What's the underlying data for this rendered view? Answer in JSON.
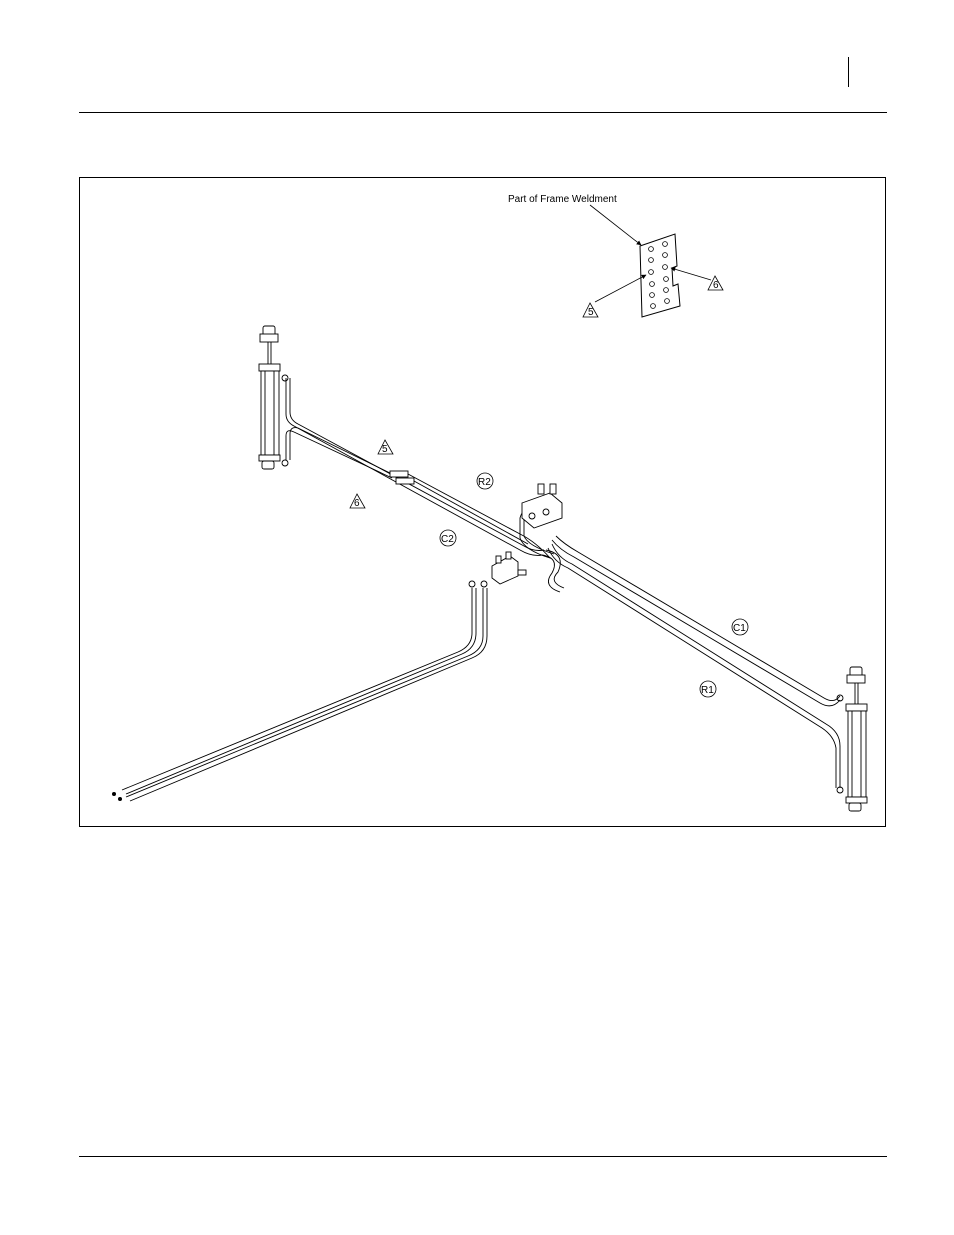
{
  "figure": {
    "frame_label": "Part of Frame Weldment",
    "callouts": {
      "plate_5": "5",
      "plate_6": "6",
      "hose_5": "5",
      "hose_6": "6",
      "c1": "C1",
      "c2": "C2",
      "r1": "R1",
      "r2": "R2"
    }
  }
}
